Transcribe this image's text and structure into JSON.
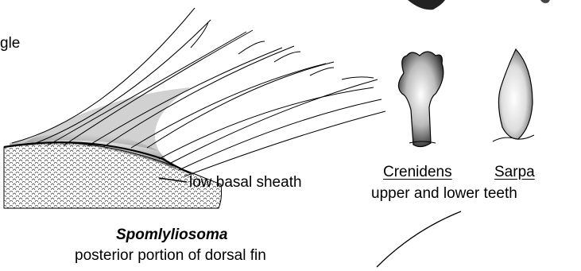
{
  "labels": {
    "partial_word": "gle",
    "basal_sheath": "low basal sheath",
    "genus_1": "Crenidens",
    "genus_2": "Sarpa",
    "teeth_caption": "upper and lower teeth",
    "fin_genus": "Spomlyliosoma",
    "fin_caption": "posterior portion of dorsal fin"
  },
  "colors": {
    "ink": "#000000",
    "paper": "#ffffff"
  }
}
